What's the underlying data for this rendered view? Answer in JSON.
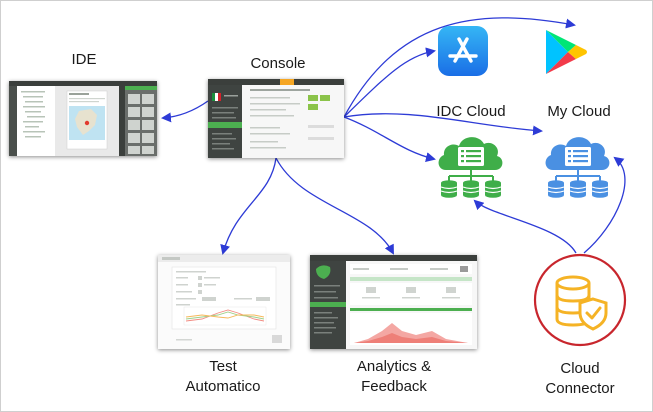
{
  "labels": {
    "ide": "IDE",
    "console": "Console",
    "idc_cloud": "IDC Cloud",
    "my_cloud": "My Cloud",
    "test_automatico_line1": "Test",
    "test_automatico_line2": "Automatico",
    "analytics_line1": "Analytics &",
    "analytics_line2": "Feedback",
    "connector_line1": "Cloud",
    "connector_line2": "Connector"
  },
  "icons": {
    "app_store": "app-store-icon",
    "google_play": "google-play-icon",
    "idc_cloud": "cloud-database-icon",
    "my_cloud": "cloud-database-icon",
    "cloud_connector": "database-shield-icon"
  },
  "colors": {
    "arrow": "#2d3bd6",
    "idc_cloud_green": "#3fae49",
    "my_cloud_blue": "#4a90e2",
    "app_store_blue": "#1a8cf0",
    "connector_ring": "#c8262d",
    "connector_gold": "#f5b325",
    "app_dark": "#3b3f3c",
    "app_green": "#4caf50"
  }
}
